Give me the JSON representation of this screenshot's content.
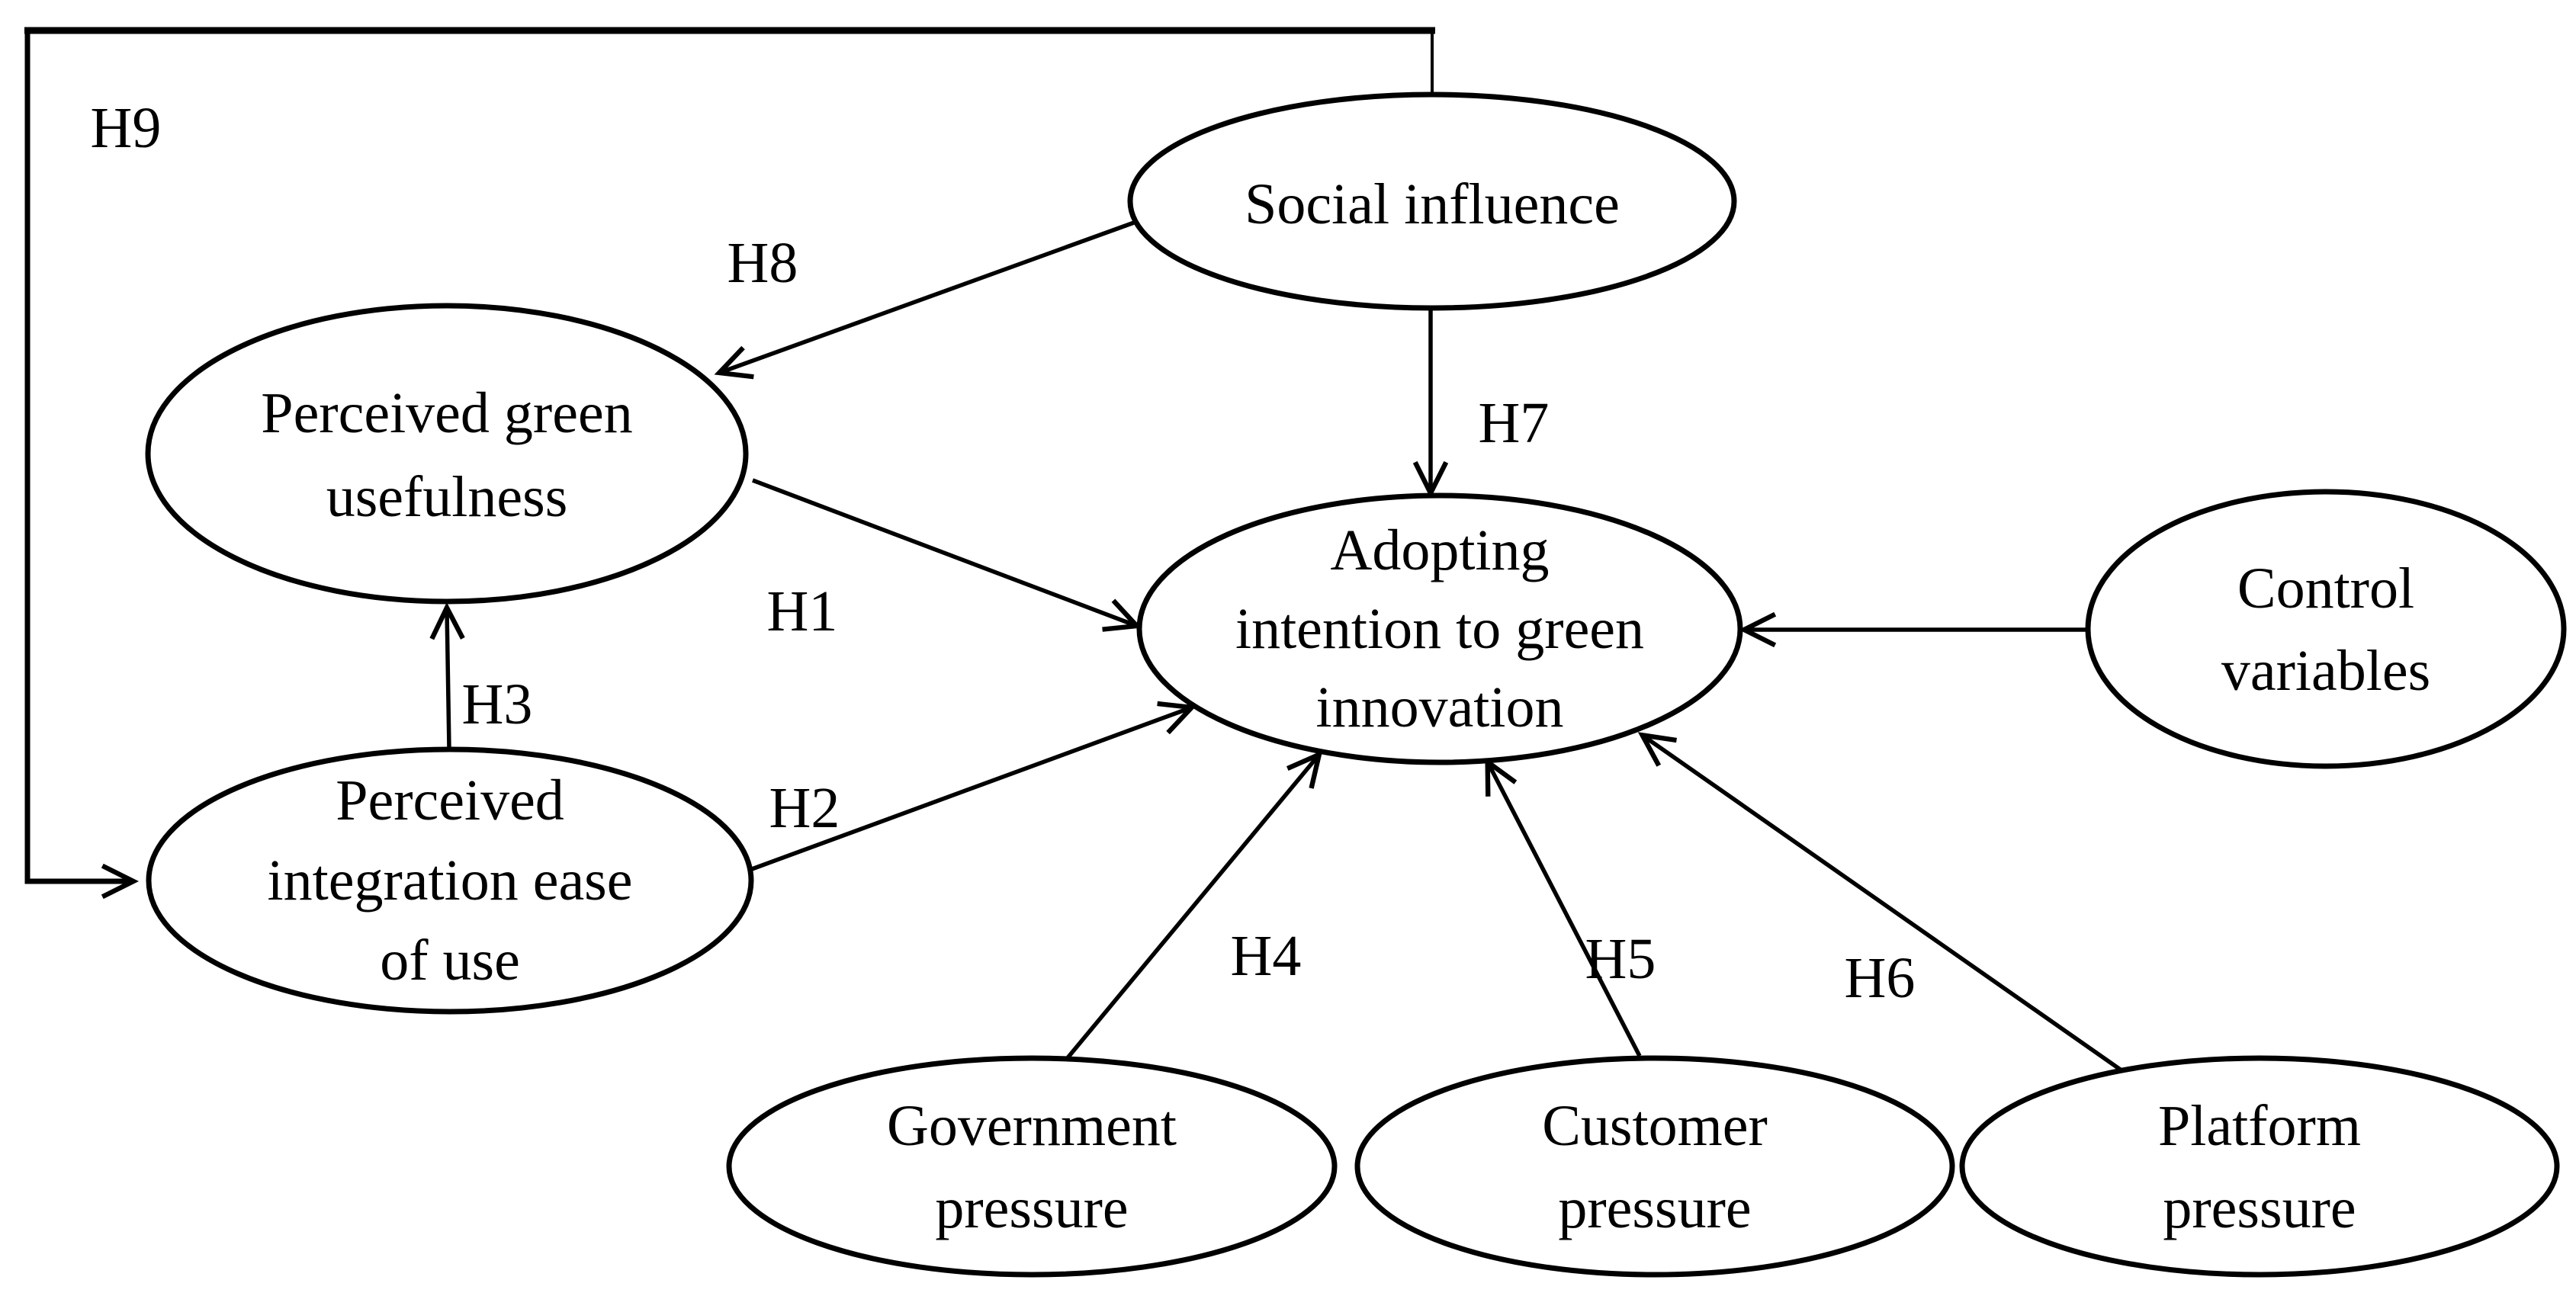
{
  "figure": {
    "background": "#ffffff",
    "stroke_color": "#000000"
  },
  "nodes": {
    "social_influence": {
      "lines": [
        "Social influence"
      ]
    },
    "perceived_green_usefulness": {
      "lines": [
        "Perceived green",
        "usefulness"
      ]
    },
    "perceived_integration_ease_of_use": {
      "lines": [
        "Perceived",
        "integration ease",
        "of use"
      ]
    },
    "adopting_intention": {
      "lines": [
        "Adopting",
        "intention to green",
        "innovation"
      ]
    },
    "control_variables": {
      "lines": [
        "Control",
        "variables"
      ]
    },
    "government_pressure": {
      "lines": [
        "Government",
        "pressure"
      ]
    },
    "customer_pressure": {
      "lines": [
        "Customer",
        "pressure"
      ]
    },
    "platform_pressure": {
      "lines": [
        "Platform",
        "pressure"
      ]
    }
  },
  "edges": {
    "h1": {
      "label": "H1",
      "from": "perceived_green_usefulness",
      "to": "adopting_intention"
    },
    "h2": {
      "label": "H2",
      "from": "perceived_integration_ease_of_use",
      "to": "adopting_intention"
    },
    "h3": {
      "label": "H3",
      "from": "perceived_integration_ease_of_use",
      "to": "perceived_green_usefulness"
    },
    "h4": {
      "label": "H4",
      "from": "government_pressure",
      "to": "adopting_intention"
    },
    "h5": {
      "label": "H5",
      "from": "customer_pressure",
      "to": "adopting_intention"
    },
    "h6": {
      "label": "H6",
      "from": "platform_pressure",
      "to": "adopting_intention"
    },
    "h7": {
      "label": "H7",
      "from": "social_influence",
      "to": "adopting_intention"
    },
    "h8": {
      "label": "H8",
      "from": "social_influence",
      "to": "perceived_green_usefulness"
    },
    "h9": {
      "label": "H9",
      "from": "social_influence",
      "to": "perceived_integration_ease_of_use"
    },
    "control": {
      "label": "",
      "from": "control_variables",
      "to": "adopting_intention"
    }
  }
}
